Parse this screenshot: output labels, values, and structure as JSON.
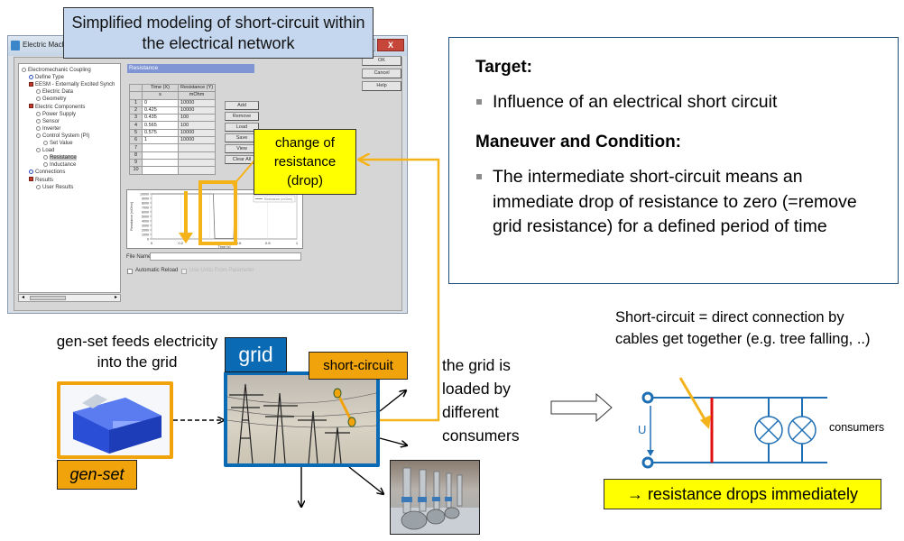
{
  "title": "Simplified modeling of short-circuit within the electrical network",
  "app_window": {
    "title": "Electric Machine",
    "close_glyph": "X",
    "min_glyph": "▭",
    "tree": [
      {
        "label": "Electromechanic Coupling",
        "icon": "coupling-icon",
        "level": 0
      },
      {
        "label": "Define Type",
        "icon": "define-type-icon",
        "level": 1
      },
      {
        "label": "EESM - Externally Excited Synch",
        "icon": "eesm-icon",
        "level": 1
      },
      {
        "label": "Electric Data",
        "icon": "node-icon",
        "level": 2
      },
      {
        "label": "Geometry",
        "icon": "node-icon",
        "level": 2
      },
      {
        "label": "Electric Components",
        "icon": "components-icon",
        "level": 1
      },
      {
        "label": "Power Supply",
        "icon": "node-icon",
        "level": 2
      },
      {
        "label": "Sensor",
        "icon": "node-icon",
        "level": 2
      },
      {
        "label": "Inverter",
        "icon": "node-icon",
        "level": 2
      },
      {
        "label": "Control System (PI)",
        "icon": "node-icon",
        "level": 2
      },
      {
        "label": "Set Value",
        "icon": "node-icon",
        "level": 3
      },
      {
        "label": "Load",
        "icon": "node-icon",
        "level": 2
      },
      {
        "label": "Resistance",
        "icon": "node-icon",
        "level": 3,
        "selected": true
      },
      {
        "label": "Inductance",
        "icon": "node-icon",
        "level": 3
      },
      {
        "label": "Connections",
        "icon": "connections-icon",
        "level": 1
      },
      {
        "label": "Results",
        "icon": "results-icon",
        "level": 1
      },
      {
        "label": "User Results",
        "icon": "node-icon",
        "level": 2
      }
    ],
    "section_header": "Resistance",
    "table": {
      "headers": [
        "Time (X)",
        "Resistance (Y)"
      ],
      "units": [
        "s",
        "mOhm"
      ],
      "rows": [
        [
          "1",
          "0",
          "10000"
        ],
        [
          "2",
          "0.425",
          "10000"
        ],
        [
          "3",
          "0.435",
          "100"
        ],
        [
          "4",
          "0.565",
          "100"
        ],
        [
          "5",
          "0.575",
          "10000"
        ],
        [
          "6",
          "1",
          "10000"
        ],
        [
          "7",
          "",
          ""
        ],
        [
          "8",
          "",
          ""
        ],
        [
          "9",
          "",
          ""
        ],
        [
          "10",
          "",
          ""
        ]
      ]
    },
    "side_buttons": [
      "Add",
      "Remove",
      "Load",
      "Save",
      "View",
      "Clear All"
    ],
    "dialog_buttons": [
      "OK",
      "Cancel",
      "Help"
    ],
    "file_name_label": "File Name",
    "file_name_value": "",
    "automatic_reload_label": "Automatic Reload",
    "units_checkbox_label": "Use Units From Parameter",
    "plot": {
      "ylabel": "Resistance [mOhm]",
      "xlabel": "Time [s]",
      "legend": "Resistance (mOhm)",
      "yticks": [
        "0",
        "1000",
        "2000",
        "3000",
        "4000",
        "5000",
        "6000",
        "7000",
        "8000",
        "9000",
        "10000"
      ],
      "xticks": [
        "0",
        "0.2",
        "0.4",
        "0.6",
        "0.8",
        "1"
      ],
      "x": [
        0,
        0.425,
        0.435,
        0.565,
        0.575,
        1
      ],
      "y": [
        10000,
        10000,
        100,
        100,
        10000,
        10000
      ],
      "xlim": [
        0,
        1
      ],
      "ylim": [
        0,
        10000
      ]
    }
  },
  "callout_resistance": "change of resistance (drop)",
  "info_box": {
    "target_heading": "Target:",
    "target_bullet": "Influence of an electrical short circuit",
    "maneuver_heading": "Maneuver and Condition:",
    "maneuver_bullet": "The intermediate short-circuit means an immediate drop of resistance to zero (=remove grid resistance) for a defined period of time"
  },
  "gen_caption": "gen-set feeds electricity into the grid",
  "genset_label": "gen-set",
  "grid_label": "grid",
  "short_circuit_label": "short-circuit",
  "grid_caption": "the grid is loaded by different consumers",
  "sc_caption": "Short-circuit = direct connection by cables get together (e.g. tree falling, ..)",
  "u_label": "U",
  "consumers_label": "consumers",
  "result_text": "→ resistance drops immediately",
  "colors": {
    "accent_orange": "#f0a30a",
    "grid_blue": "#0a6ab4",
    "callout_yellow": "#ffff00",
    "title_box": "#c5d7ee",
    "circuit_blue": "#1f6fb5",
    "short_red": "#e01010"
  }
}
